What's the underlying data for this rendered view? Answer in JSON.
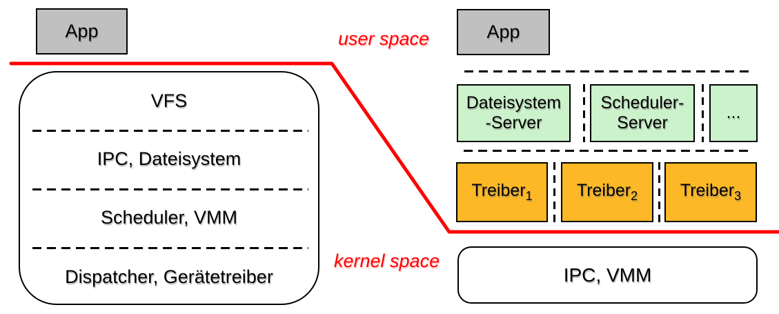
{
  "colors": {
    "accent_red": "#fe0000",
    "app_gray": "#c0c0c0",
    "server_green": "#ccf2cc",
    "driver_orange": "#fcb826",
    "border_black": "#000000"
  },
  "regions": {
    "user_space_label": "user space",
    "kernel_space_label": "kernel space"
  },
  "monolithic_kernel": {
    "app_label": "App",
    "layers": [
      "VFS",
      "IPC, Dateisystem",
      "Scheduler, VMM",
      "Dispatcher, Gerätetreiber"
    ]
  },
  "microkernel": {
    "app_label": "App",
    "servers": [
      "Dateisystem\n-Server",
      "Scheduler-\nServer",
      "..."
    ],
    "drivers": [
      {
        "base": "Treiber",
        "sub": "1"
      },
      {
        "base": "Treiber",
        "sub": "2"
      },
      {
        "base": "Treiber",
        "sub": "3"
      }
    ],
    "kernel_label": "IPC, VMM"
  }
}
